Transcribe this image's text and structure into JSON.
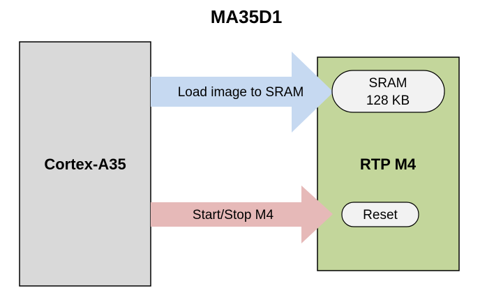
{
  "title": "MA35D1",
  "cortex": {
    "label": "Cortex-A35",
    "fill": "#d9d9d9"
  },
  "rtp": {
    "label": "RTP M4",
    "fill": "#c3d69b"
  },
  "sram": {
    "line1": "SRAM",
    "line2": "128 KB",
    "fill": "#f2f2f2"
  },
  "reset": {
    "label": "Reset",
    "fill": "#f2f2f2"
  },
  "arrows": {
    "load": {
      "label": "Load image to SRAM",
      "fill": "#c6d9f1"
    },
    "startstop": {
      "label": "Start/Stop M4",
      "fill": "#e6b9b8"
    }
  }
}
